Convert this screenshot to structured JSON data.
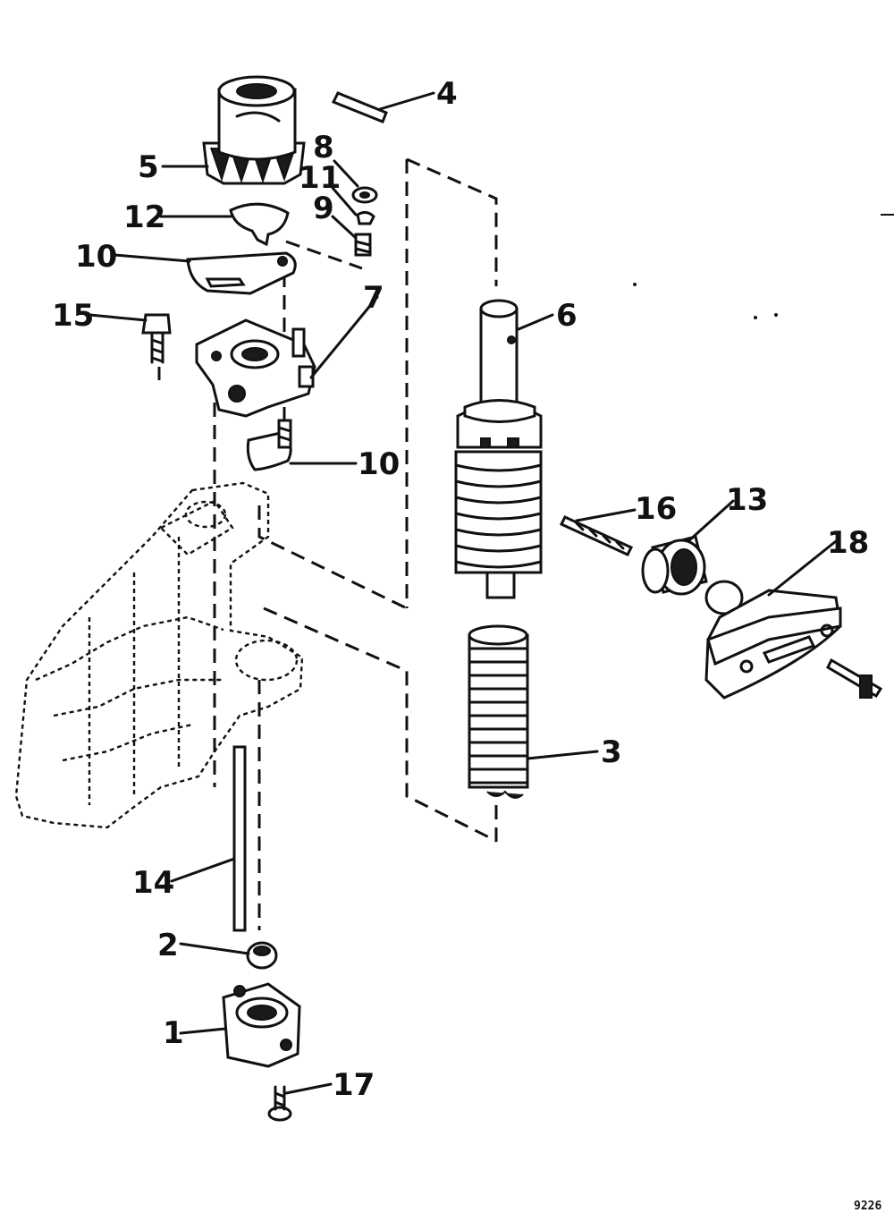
{
  "diagram": {
    "figure_number": "9226",
    "callouts": [
      {
        "id": "c1",
        "label": "1"
      },
      {
        "id": "c2",
        "label": "2"
      },
      {
        "id": "c3",
        "label": "3"
      },
      {
        "id": "c4",
        "label": "4"
      },
      {
        "id": "c5",
        "label": "5"
      },
      {
        "id": "c6",
        "label": "6"
      },
      {
        "id": "c7",
        "label": "7"
      },
      {
        "id": "c8",
        "label": "8"
      },
      {
        "id": "c9",
        "label": "9"
      },
      {
        "id": "c10a",
        "label": "10"
      },
      {
        "id": "c10b",
        "label": "10"
      },
      {
        "id": "c11",
        "label": "11"
      },
      {
        "id": "c12",
        "label": "12"
      },
      {
        "id": "c13",
        "label": "13"
      },
      {
        "id": "c14",
        "label": "14"
      },
      {
        "id": "c15",
        "label": "15"
      },
      {
        "id": "c16",
        "label": "16"
      },
      {
        "id": "c17",
        "label": "17"
      },
      {
        "id": "c18",
        "label": "18"
      }
    ]
  }
}
